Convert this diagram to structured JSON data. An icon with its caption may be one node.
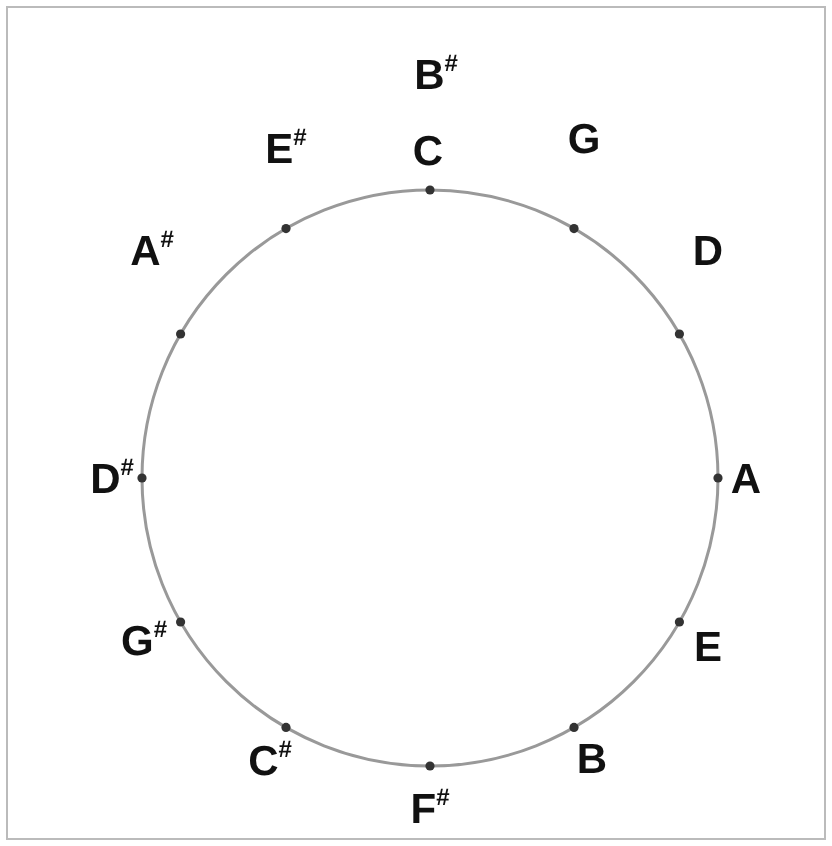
{
  "diagram": {
    "labels": [
      "B$^{#}$",
      "E$^{#}$",
      "C",
      "G",
      "A$^{#}$",
      "D",
      "D$^{#}$",
      "A",
      "G$^{#}$",
      "E",
      "C$^{#}$",
      "B",
      "F$^{#}$"
    ]
  }
}
